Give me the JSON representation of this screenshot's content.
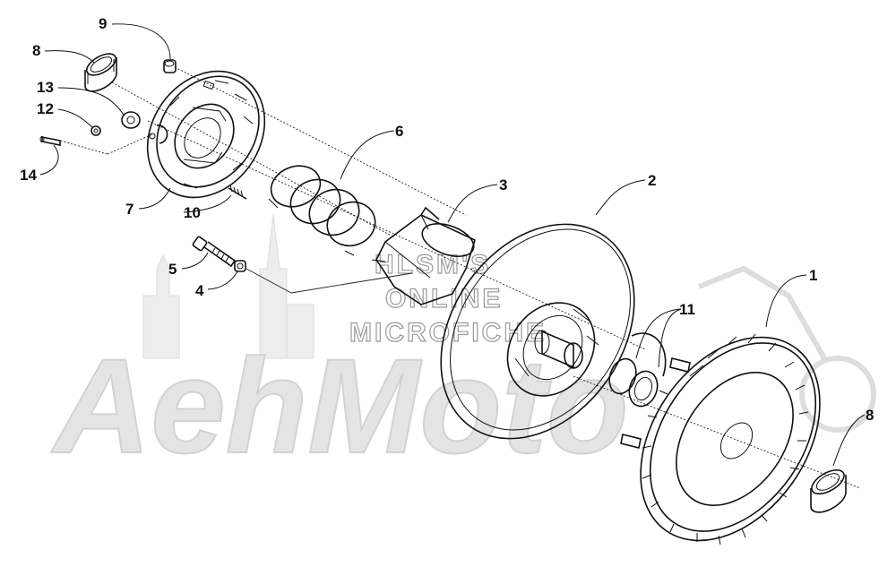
{
  "watermark": {
    "line1": "HLSM'S",
    "line2": "ONLINE",
    "line3": "MICROFICHE",
    "logo": "AehMoto"
  },
  "callouts": [
    {
      "id": "c1",
      "label": "1"
    },
    {
      "id": "c2",
      "label": "2"
    },
    {
      "id": "c3",
      "label": "3"
    },
    {
      "id": "c4",
      "label": "4"
    },
    {
      "id": "c5",
      "label": "5"
    },
    {
      "id": "c6",
      "label": "6"
    },
    {
      "id": "c7",
      "label": "7"
    },
    {
      "id": "c8a",
      "label": "8"
    },
    {
      "id": "c8b",
      "label": "8"
    },
    {
      "id": "c9",
      "label": "9"
    },
    {
      "id": "c10",
      "label": "10"
    },
    {
      "id": "c11",
      "label": "11"
    },
    {
      "id": "c12",
      "label": "12"
    },
    {
      "id": "c13",
      "label": "13"
    },
    {
      "id": "c14",
      "label": "14"
    }
  ]
}
